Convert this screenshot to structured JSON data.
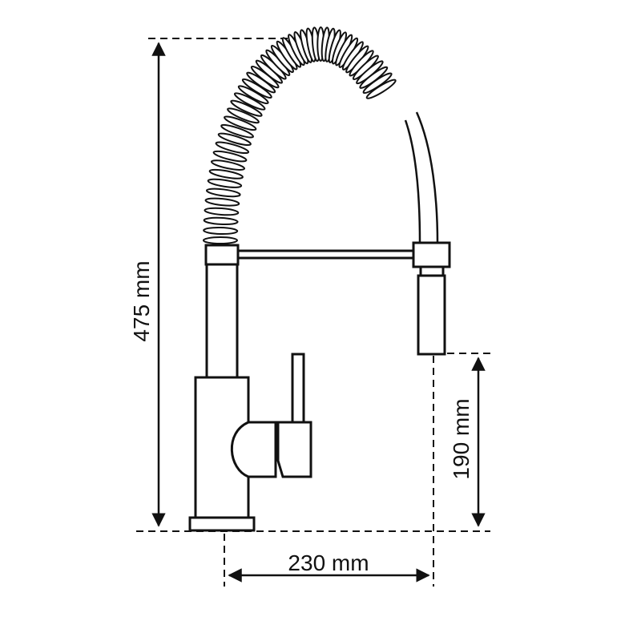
{
  "dimensions": {
    "total_height": "475 mm",
    "spout_height": "190 mm",
    "reach": "230 mm"
  },
  "colors": {
    "line": "#111111",
    "background": "#ffffff"
  }
}
